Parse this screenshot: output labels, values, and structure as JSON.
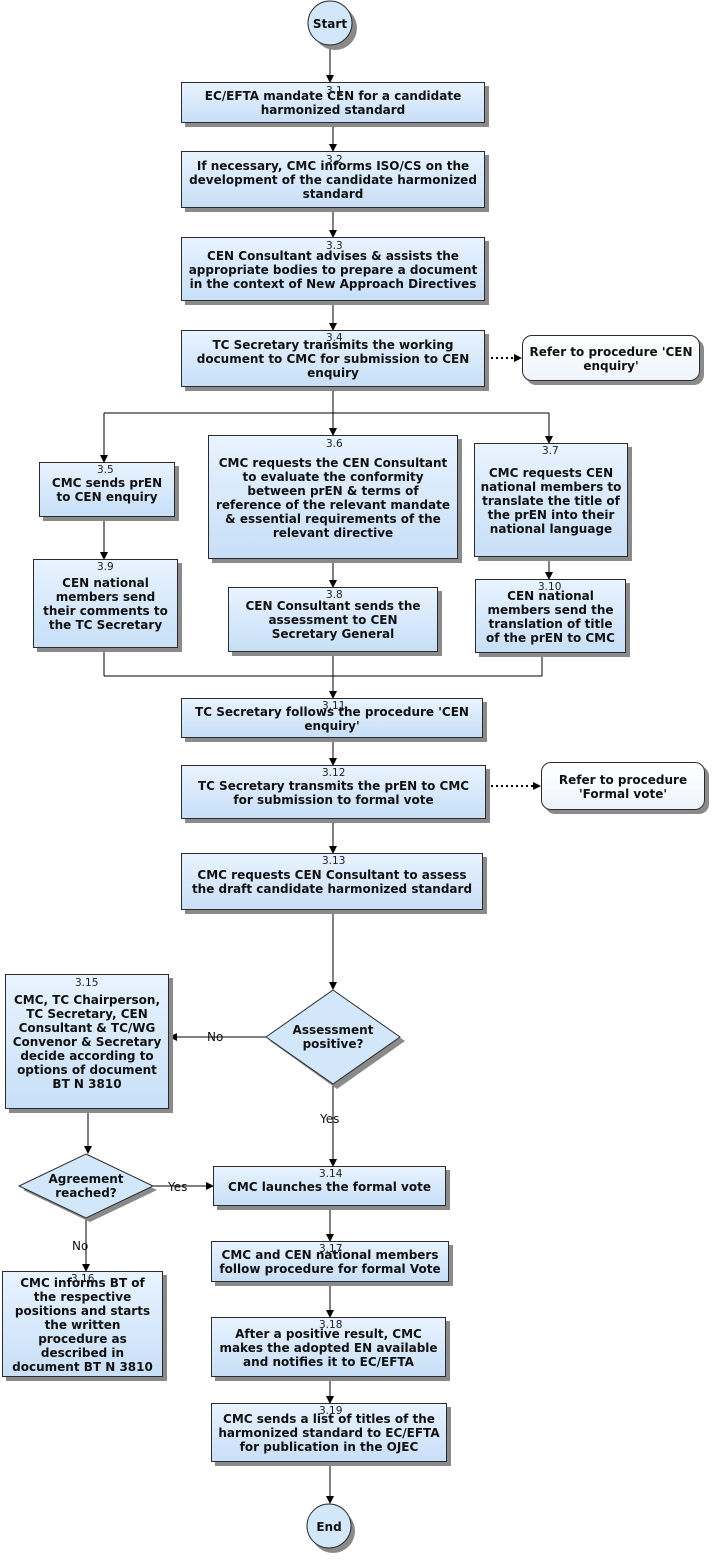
{
  "terminals": {
    "start": "Start",
    "end": "End"
  },
  "steps": [
    {
      "id": "3.1",
      "text": "EC/EFTA mandate CEN for a candidate harmonized standard"
    },
    {
      "id": "3.2",
      "text": "If necessary, CMC informs ISO/CS on the development of the candidate harmonized standard"
    },
    {
      "id": "3.3",
      "text": "CEN Consultant advises & assists the appropriate bodies to prepare a document in the context of New Approach Directives"
    },
    {
      "id": "3.4",
      "text": "TC Secretary transmits the working document to CMC for submission to CEN enquiry"
    },
    {
      "id": "3.5",
      "text": "CMC sends prEN to CEN enquiry"
    },
    {
      "id": "3.6",
      "text": "CMC requests the CEN Consultant to evaluate the conformity between prEN & terms of reference of the relevant mandate & essential requirements of the relevant directive"
    },
    {
      "id": "3.7",
      "text": "CMC requests CEN national members to translate the title of the prEN into their national language"
    },
    {
      "id": "3.8",
      "text": "CEN Consultant sends the assessment to CEN Secretary General"
    },
    {
      "id": "3.9",
      "text": "CEN national members send their comments to the TC Secretary"
    },
    {
      "id": "3.10",
      "text": "CEN national members send the translation of title of the prEN to CMC"
    },
    {
      "id": "3.11",
      "text": "TC Secretary follows the procedure 'CEN enquiry'"
    },
    {
      "id": "3.12",
      "text": "TC Secretary transmits the prEN to CMC for submission to formal vote"
    },
    {
      "id": "3.13",
      "text": "CMC requests CEN Consultant to assess the draft candidate harmonized standard"
    },
    {
      "id": "3.14",
      "text": "CMC launches the formal vote"
    },
    {
      "id": "3.15",
      "text": "CMC, TC Chairperson, TC Secretary, CEN Consultant & TC/WG Convenor & Secretary decide according to options of document BT N 3810"
    },
    {
      "id": "3.16",
      "text": "CMC informs BT of the respective positions and starts the written procedure as described in document BT N 3810"
    },
    {
      "id": "3.17",
      "text": "CMC and CEN national members follow procedure for formal Vote"
    },
    {
      "id": "3.18",
      "text": "After a positive result, CMC makes the adopted EN available and notifies it to EC/EFTA"
    },
    {
      "id": "3.19",
      "text": "CMC sends a list of titles of the harmonized standard to EC/EFTA for publication in the OJEC"
    }
  ],
  "references": {
    "cen_enquiry": "Refer to procedure 'CEN enquiry'",
    "formal_vote": "Refer to procedure 'Formal vote'"
  },
  "decisions": {
    "assessment": "Assessment positive?",
    "agreement": "Agreement reached?"
  },
  "edge_labels": {
    "yes": "Yes",
    "no": "No"
  }
}
